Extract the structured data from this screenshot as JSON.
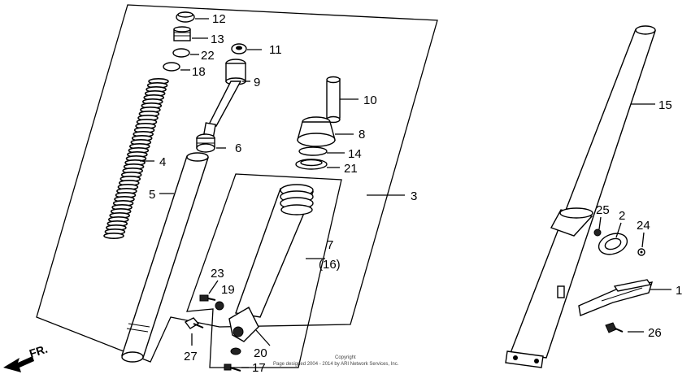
{
  "callouts": [
    {
      "id": "12",
      "text": "12"
    },
    {
      "id": "13",
      "text": "13"
    },
    {
      "id": "22",
      "text": "22"
    },
    {
      "id": "18",
      "text": "18"
    },
    {
      "id": "11",
      "text": "11"
    },
    {
      "id": "9",
      "text": "9"
    },
    {
      "id": "4",
      "text": "4"
    },
    {
      "id": "6",
      "text": "6"
    },
    {
      "id": "5",
      "text": "5"
    },
    {
      "id": "10",
      "text": "10"
    },
    {
      "id": "8",
      "text": "8"
    },
    {
      "id": "14",
      "text": "14"
    },
    {
      "id": "21",
      "text": "21"
    },
    {
      "id": "3",
      "text": "3"
    },
    {
      "id": "7",
      "text": "7"
    },
    {
      "id": "16",
      "text": "(16)"
    },
    {
      "id": "23",
      "text": "23"
    },
    {
      "id": "19",
      "text": "19"
    },
    {
      "id": "27",
      "text": "27"
    },
    {
      "id": "20",
      "text": "20"
    },
    {
      "id": "17",
      "text": "17"
    },
    {
      "id": "15",
      "text": "15"
    },
    {
      "id": "25",
      "text": "25"
    },
    {
      "id": "2",
      "text": "2"
    },
    {
      "id": "24",
      "text": "24"
    },
    {
      "id": "1",
      "text": "1"
    },
    {
      "id": "26",
      "text": "26"
    }
  ],
  "direction_label": "FR.",
  "copyright": {
    "line1": "Copyright",
    "line2": "Page designed 2004 - 2014 by ARI Network Services, Inc."
  }
}
